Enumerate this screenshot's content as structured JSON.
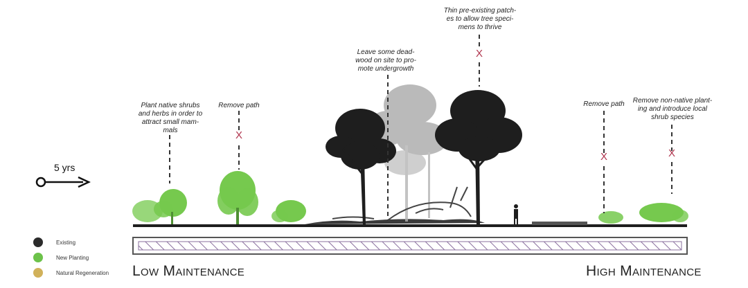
{
  "timeline": {
    "label": "5 yrs"
  },
  "annotations": [
    {
      "id": "shrubs",
      "text": "Plant native shrubs\nand herbs in order to\nattract small mam-\nmals",
      "marker": ""
    },
    {
      "id": "remove-path-left",
      "text": "Remove path",
      "marker": "X"
    },
    {
      "id": "deadwood",
      "text": "Leave some dead-\nwood on site to pro-\nmote undergrowth",
      "marker": ""
    },
    {
      "id": "thin-patches",
      "text": "Thin pre-existing patch-\nes to allow tree speci-\nmens to thrive",
      "marker": "X"
    },
    {
      "id": "remove-path-right",
      "text": "Remove path",
      "marker": "X"
    },
    {
      "id": "non-native",
      "text": "Remove non-native plant-\ning and introduce local\nshrub species",
      "marker": "X"
    }
  ],
  "legend": [
    {
      "label": "Existing",
      "color": "#2b2b2b"
    },
    {
      "label": "New Planting",
      "color": "#6cc24a"
    },
    {
      "label": "Natural Regeneration",
      "color": "#d1b15a"
    }
  ],
  "maintenance": {
    "low": "Low Maintenance",
    "high": "High Maintenance"
  },
  "colors": {
    "marker": "#b0354e",
    "bar_hatch": "#8a6f9e",
    "existing": "#1e1e1e",
    "new_planting": "#76c94e",
    "regen_grey": "#a9a9a9"
  }
}
